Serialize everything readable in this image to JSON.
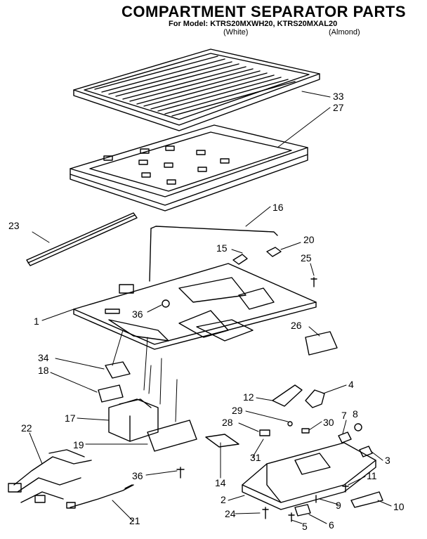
{
  "header": {
    "title": "COMPARTMENT SEPARATOR PARTS",
    "model_line": "For Model: KTRS20MXWH20, KTRS20MXAL20",
    "color_white": "(White)",
    "color_almond": "(Almond)"
  },
  "callouts": {
    "c33": "33",
    "c27": "27",
    "c16": "16",
    "c23": "23",
    "c20": "20",
    "c15": "15",
    "c25": "25",
    "c1": "1",
    "c36a": "36",
    "c26": "26",
    "c34": "34",
    "c18": "18",
    "c17": "17",
    "c19": "19",
    "c22": "22",
    "c36b": "36",
    "c21": "21",
    "c12": "12",
    "c4": "4",
    "c29": "29",
    "c28": "28",
    "c30": "30",
    "c7": "7",
    "c8": "8",
    "c31": "31",
    "c3": "3",
    "c14": "14",
    "c11": "11",
    "c2": "2",
    "c9": "9",
    "c10": "10",
    "c24": "24",
    "c5": "5",
    "c6": "6"
  }
}
